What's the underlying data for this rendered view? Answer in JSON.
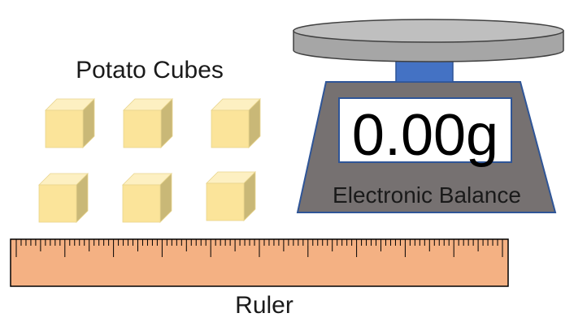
{
  "labels": {
    "cubes_title": "Potato Cubes",
    "balance_label": "Electronic Balance",
    "ruler_label": "Ruler"
  },
  "balance": {
    "reading": "0.00g"
  },
  "cubes": {
    "count": 6
  },
  "colors": {
    "cube_front": "#fbe49a",
    "cube_top": "#fdf0c2",
    "cube_side": "#c9b877",
    "balance_body": "#767171",
    "balance_outline": "#2f5597",
    "plate": "#bfbfbf",
    "plate_edge": "#a6a6a6",
    "stem": "#4472c4",
    "ruler_fill": "#f4b183",
    "ruler_stroke": "#000000"
  }
}
